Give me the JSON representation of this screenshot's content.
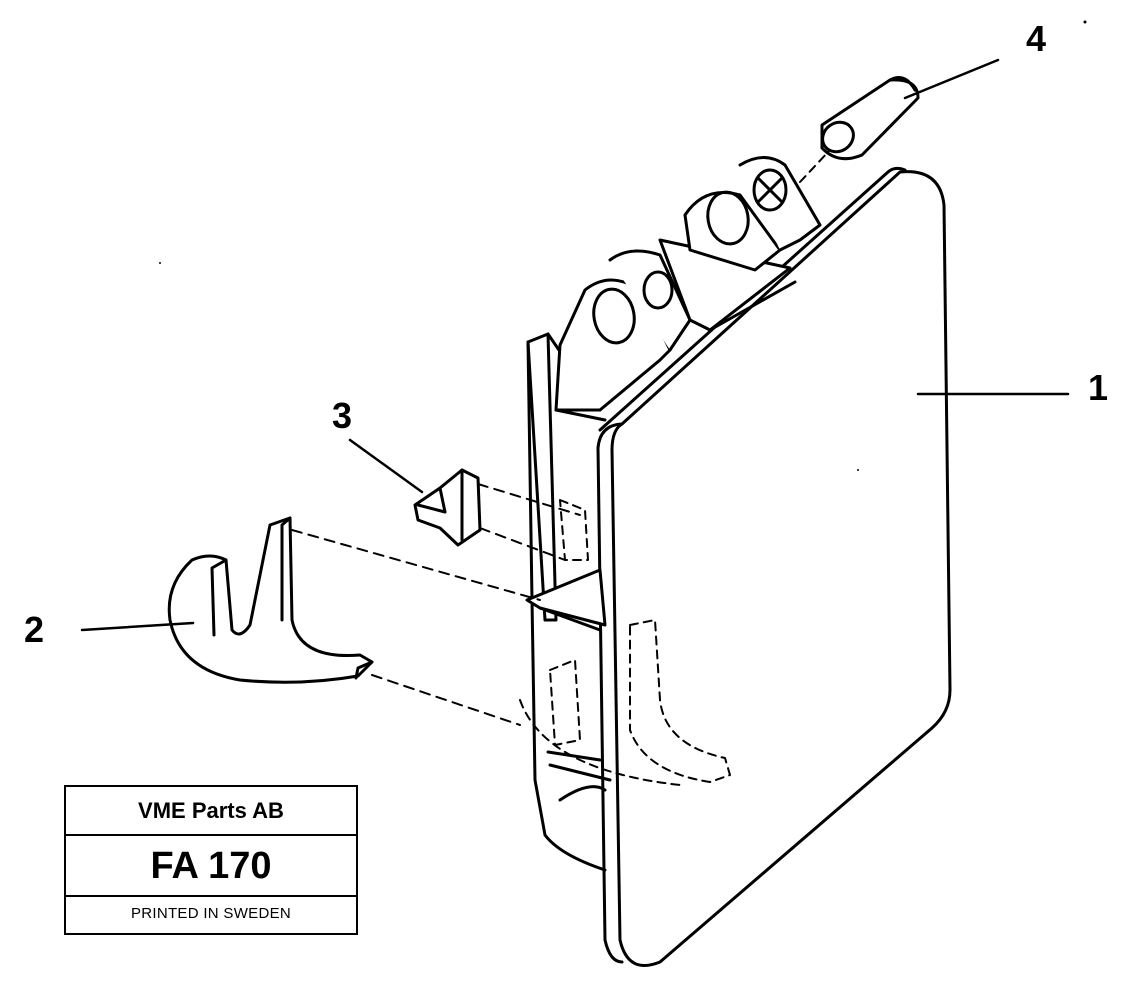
{
  "callouts": {
    "item_1": "1",
    "item_2": "2",
    "item_3": "3",
    "item_4": "4"
  },
  "stamp": {
    "company": "VME Parts AB",
    "code": "FA 170",
    "footer": "PRINTED IN SWEDEN"
  },
  "colors": {
    "ink": "#000000",
    "paper": "#ffffff"
  }
}
